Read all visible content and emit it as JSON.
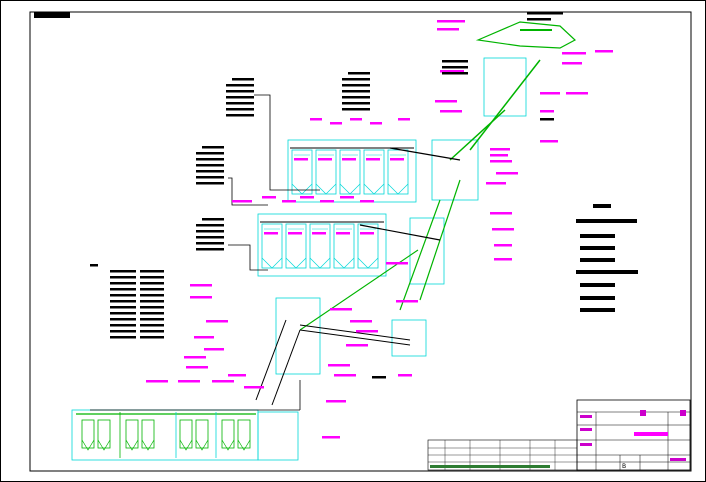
{
  "sheet": {
    "corner_stamp": "",
    "colors": {
      "background": "#ffffff",
      "frame": "#000000",
      "equipment": "#00d8d8",
      "conveyor": "#00b400",
      "label": "#ff00ff",
      "pipe": "#000000",
      "title_accent": "#cc00cc"
    }
  },
  "title_block": {
    "drawing_title": "",
    "scale_mark": "B"
  },
  "tanks": {
    "upper_bank": [
      "",
      "",
      "",
      "",
      ""
    ],
    "middle_bank": [
      "",
      "",
      "",
      "",
      ""
    ]
  },
  "legend_lists": {
    "list_a_count": 6,
    "list_b_count": 6,
    "list_c_count": 5,
    "schedule_rows": 12
  }
}
